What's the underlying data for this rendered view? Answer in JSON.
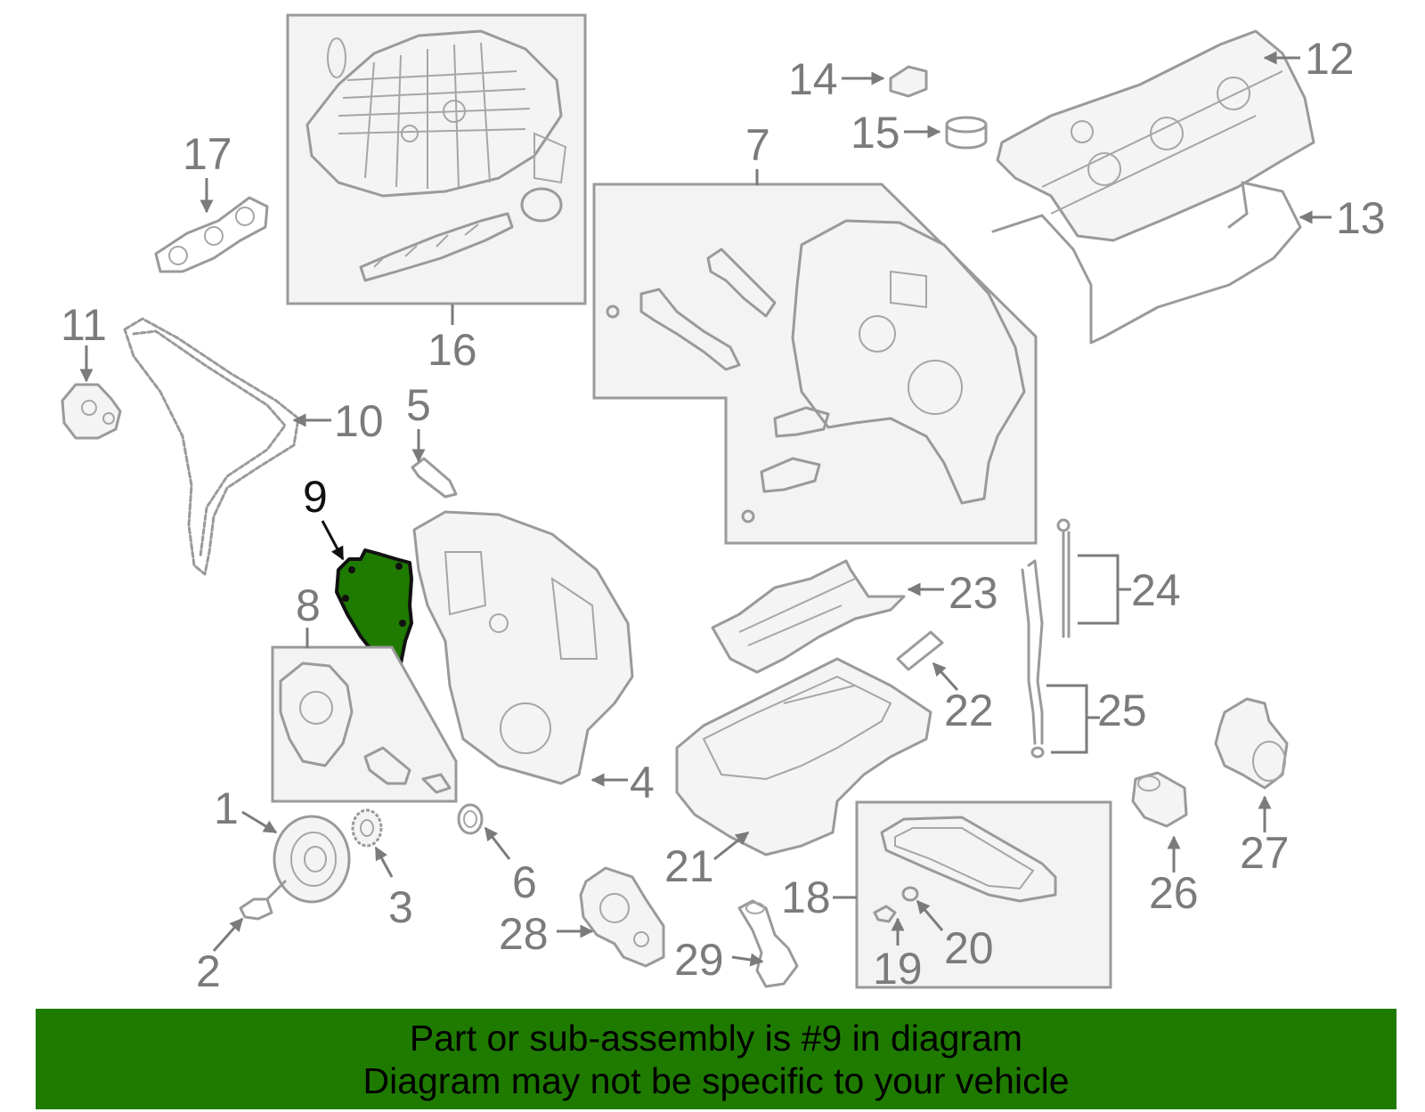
{
  "diagram": {
    "highlight_color": "#1f7a00",
    "line_color": "#9a9a9a",
    "label_color": "#7b7b7b",
    "callouts": {
      "n1": "1",
      "n2": "2",
      "n3": "3",
      "n4": "4",
      "n5": "5",
      "n6": "6",
      "n7": "7",
      "n8": "8",
      "n9": "9",
      "n10": "10",
      "n11": "11",
      "n12": "12",
      "n13": "13",
      "n14": "14",
      "n15": "15",
      "n16": "16",
      "n17": "17",
      "n18": "18",
      "n19": "19",
      "n20": "20",
      "n21": "21",
      "n22": "22",
      "n23": "23",
      "n24": "24",
      "n25": "25",
      "n26": "26",
      "n27": "27",
      "n28": "28",
      "n29": "29"
    },
    "highlighted_part": "9"
  },
  "banner": {
    "line1": "Part or sub-assembly is #9 in diagram",
    "line2": "Diagram may not be specific to your vehicle"
  }
}
